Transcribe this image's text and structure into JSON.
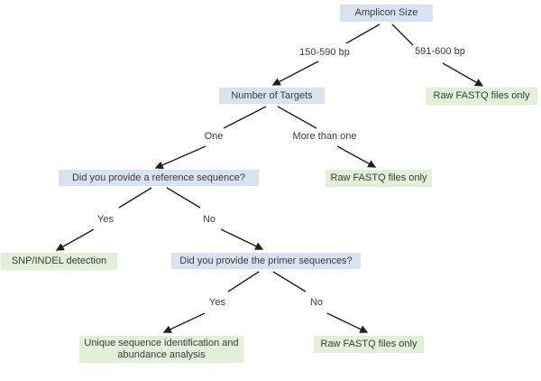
{
  "diagram": {
    "type": "decision-tree",
    "background": "#ffffff",
    "colors": {
      "question_node_fill": "#d9e2f3",
      "result_node_fill": "#e2efd9",
      "text": "#3b3b3b",
      "line": "#1f1f1f"
    },
    "nodes": {
      "amplicon_size": {
        "label": "Amplicon Size",
        "type": "question"
      },
      "number_of_targets": {
        "label": "Number of Targets",
        "type": "question"
      },
      "reference_question": {
        "label": "Did you provide a reference sequence?",
        "type": "question"
      },
      "primer_question": {
        "label": "Did you provide the primer sequences?",
        "type": "question"
      },
      "raw_fastq_top": {
        "label": "Raw FASTQ files only",
        "type": "result"
      },
      "raw_fastq_mid": {
        "label": "Raw FASTQ files only",
        "type": "result"
      },
      "snp_indel": {
        "label": "SNP/INDEL detection",
        "type": "result"
      },
      "unique_seq": {
        "label": "Unique sequence identification and abundance analysis",
        "type": "result"
      },
      "raw_fastq_bottom": {
        "label": "Raw FASTQ files only",
        "type": "result"
      }
    },
    "edge_labels": {
      "bp_150_590": "150-590 bp",
      "bp_591_600": "591-600 bp",
      "one": "One",
      "more_than_one": "More than one",
      "ref_yes": "Yes",
      "ref_no": "No",
      "primer_yes": "Yes",
      "primer_no": "No"
    }
  }
}
